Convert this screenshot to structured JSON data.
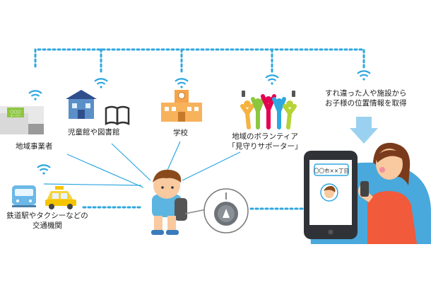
{
  "labels": {
    "business": "地域事業者",
    "library": "児童館や図書館",
    "school": "学校",
    "volunteer_line1": "地域のボランティア",
    "volunteer_line2": "「見守りサポーター」",
    "transit_line1": "鉄道駅やタクシーなどの",
    "transit_line2": "交通機関",
    "passerby_line1": "すれ違った人や施設から",
    "passerby_line2": "お子様の位置情報を取得"
  },
  "phone": {
    "address": "〇〇市××丁目"
  },
  "store_sign": {
    "logo": "〇〇〇",
    "text": "スーパー"
  },
  "colors": {
    "line_blue": "#2ea7e0",
    "tag_gray": "#6d7378",
    "accent_orange": "#f08200"
  },
  "icons": [
    "wifi-icon",
    "supermarket-icon",
    "library-building-icon",
    "open-book-icon",
    "school-icon",
    "volunteers-icon",
    "train-icon",
    "taxi-icon",
    "child-icon",
    "beacon-tag-icon",
    "down-arrow-icon",
    "smartphone-icon",
    "mother-icon"
  ]
}
